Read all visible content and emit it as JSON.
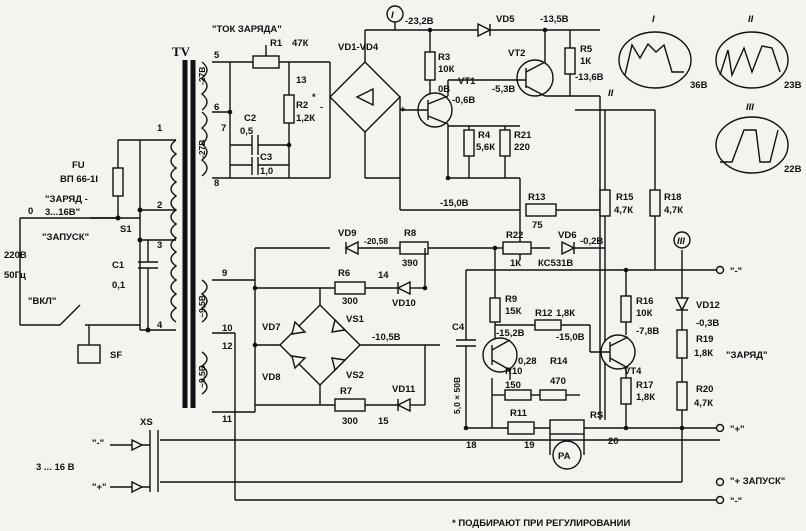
{
  "transformer": {
    "name": "TV",
    "taps": [
      "1",
      "2",
      "3",
      "4",
      "5",
      "6",
      "7",
      "8",
      "9",
      "10",
      "11",
      "12"
    ],
    "v1": "-27В",
    "v2": "-27В",
    "v3": "~9,5В",
    "v4": "~9,5В"
  },
  "input": {
    "mains": "220В",
    "freq": "50Гц",
    "fuse": "FU",
    "fuse_type": "ВП 66-1I",
    "switch": "S1",
    "sw_charge": "\"ЗАРЯД -",
    "sw_range": "3...16В\"",
    "sw_zero": "0",
    "sw_start": "\"ЗАПУСК\"",
    "cap": "C1",
    "cap_val": "0,1",
    "sw_on": "\"ВКЛ\"",
    "sf": "SF"
  },
  "charge_current": {
    "title": "\"ТОК ЗАРЯДА\"",
    "r1": "R1",
    "r1v": "47К",
    "r2": "R2",
    "r2v": "1,2К",
    "star": "*",
    "c2": "C2",
    "c2v": "0,5",
    "c3": "C3",
    "c3v": "1,0",
    "n13": "13"
  },
  "bridge": {
    "name": "VD1-VD4",
    "minus": "-",
    "plus": "+"
  },
  "top": {
    "marker": "I",
    "v1": "-23,2В",
    "vd5": "VD5",
    "v2": "-13,5В",
    "r3": "R3",
    "r3v": "10К",
    "r3b": "0В",
    "vt1": "VT1",
    "vt1v": "-5,3В",
    "vt1b": "-0,6В",
    "vt2": "VT2",
    "r5": "R5",
    "r5v": "1К",
    "r5b": "-13,6В",
    "m2": "II",
    "r4": "R4",
    "r4v": "5,6К",
    "r21": "R21",
    "r21v": "220",
    "v15": "-15,0В",
    "r13": "R13",
    "r13v": "75"
  },
  "lower": {
    "vd9": "VD9",
    "v2058": "-20,58",
    "r8": "R8",
    "r8v": "390",
    "r22": "R22",
    "r22v": "1К",
    "vd6": "VD6",
    "vd6v": "КС531В",
    "vd6a": "-0,2В",
    "m3": "III",
    "r6": "R6",
    "r6v": "300",
    "n14": "14",
    "vd10": "VD10",
    "vd7": "VD7",
    "vs1": "VS1",
    "v105": "-10,5В",
    "vd8": "VD8",
    "vs2": "VS2",
    "vd11": "VD11",
    "r7": "R7",
    "r7v": "300",
    "n15": "15",
    "c4": "C4",
    "c4v": "5,0 × 50В",
    "n18": "18",
    "n19": "19",
    "n20": "20"
  },
  "control": {
    "r9": "R9",
    "r9v": "15К",
    "r12": "R12",
    "r12v": "1,8К",
    "v152": "-15,2В",
    "v150": "-15,0В",
    "v028": "0,28",
    "r14": "R14",
    "r14v": "470",
    "r10": "R10",
    "r10v": "150",
    "r11": "R11",
    "rs": "RS",
    "pa": "PA",
    "r15": "R15",
    "r15v": "4,7К",
    "r16": "R16",
    "r16v": "10К",
    "r16b": "-7,8В",
    "vt4": "VT4",
    "r17": "R17",
    "r17v": "1,8К",
    "r18": "R18",
    "r18v": "4,7К",
    "vd12": "VD12",
    "vd12v": "-0,3В",
    "r19": "R19",
    "r19v": "1,8К",
    "r20": "R20",
    "r20v": "4,7К"
  },
  "terminals": {
    "xs": "XS",
    "minus1": "\"-\"",
    "plus1": "\"+\"",
    "range": "3 ... 16 В",
    "t_minus": "\"-\"",
    "t_plus": "\"+\"",
    "t_start": "\"+ ЗАПУСК\"",
    "t_minus2": "\"-\"",
    "charge": "\"ЗАРЯД\""
  },
  "waveforms": [
    {
      "n": "I",
      "v": "36В"
    },
    {
      "n": "II",
      "v": "23В"
    },
    {
      "n": "III",
      "v": "22В"
    }
  ],
  "footnote": "* ПОДБИРАЮТ ПРИ РЕГУЛИРОВАНИИ"
}
